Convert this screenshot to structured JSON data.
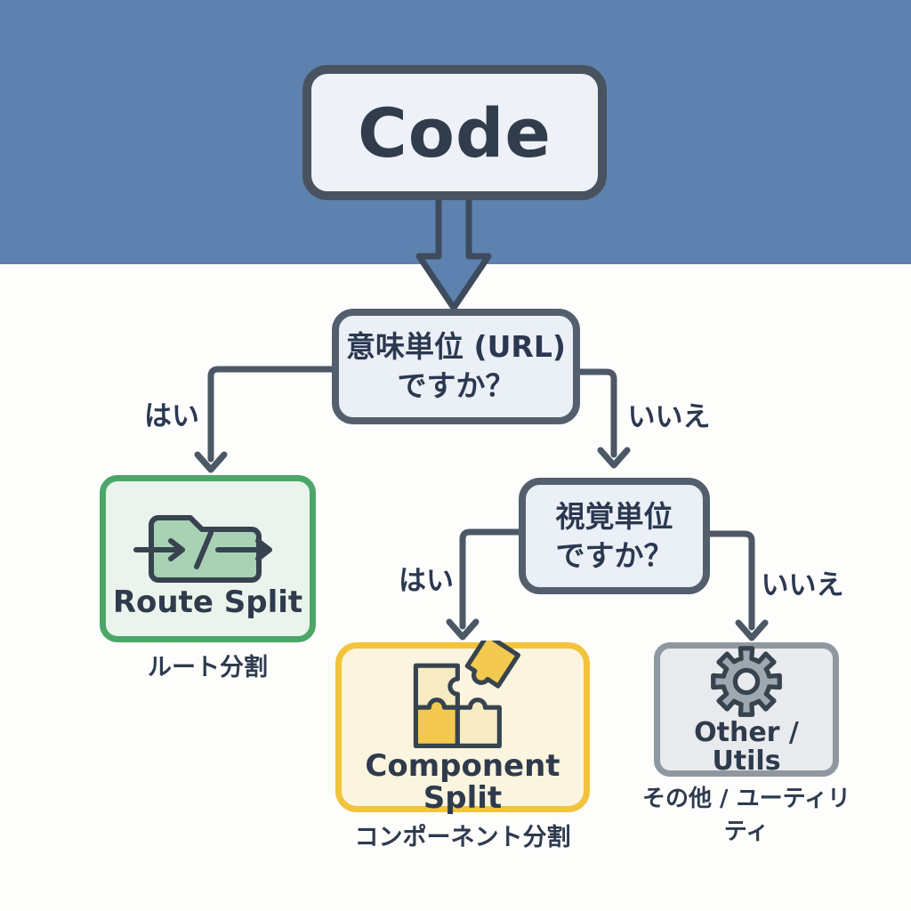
{
  "canvas": {
    "background_color": "#fdfdfc",
    "header_band_color": "#5d82af",
    "connector_color": "#4c5866",
    "text_color": "#2b3850"
  },
  "nodes": {
    "root": {
      "label": "Code"
    },
    "decision_semantic": {
      "line1": "意味単位 (URL)",
      "line2": "ですか？"
    },
    "decision_visual": {
      "line1": "視覚単位",
      "line2": "ですか？"
    },
    "route_split": {
      "label": "Route Split",
      "sublabel": "ルート分割",
      "icon": "folder-route-icon",
      "accent_color": "#4ba667",
      "fill_color": "#eaf4ec"
    },
    "component_split": {
      "label": "Component Split",
      "sublabel": "コンポーネント分割",
      "icon": "puzzle-icon",
      "accent_color": "#f3c33c",
      "fill_color": "#fbf4de"
    },
    "other_utils": {
      "label": "Other / Utils",
      "sublabel": "その他 / ユーティリティ",
      "icon": "gear-icon",
      "accent_color": "#8f98a1",
      "fill_color": "#e8eaed"
    }
  },
  "edges": {
    "semantic_yes": "はい",
    "semantic_no": "いいえ",
    "visual_yes": "はい",
    "visual_no": "いいえ"
  }
}
